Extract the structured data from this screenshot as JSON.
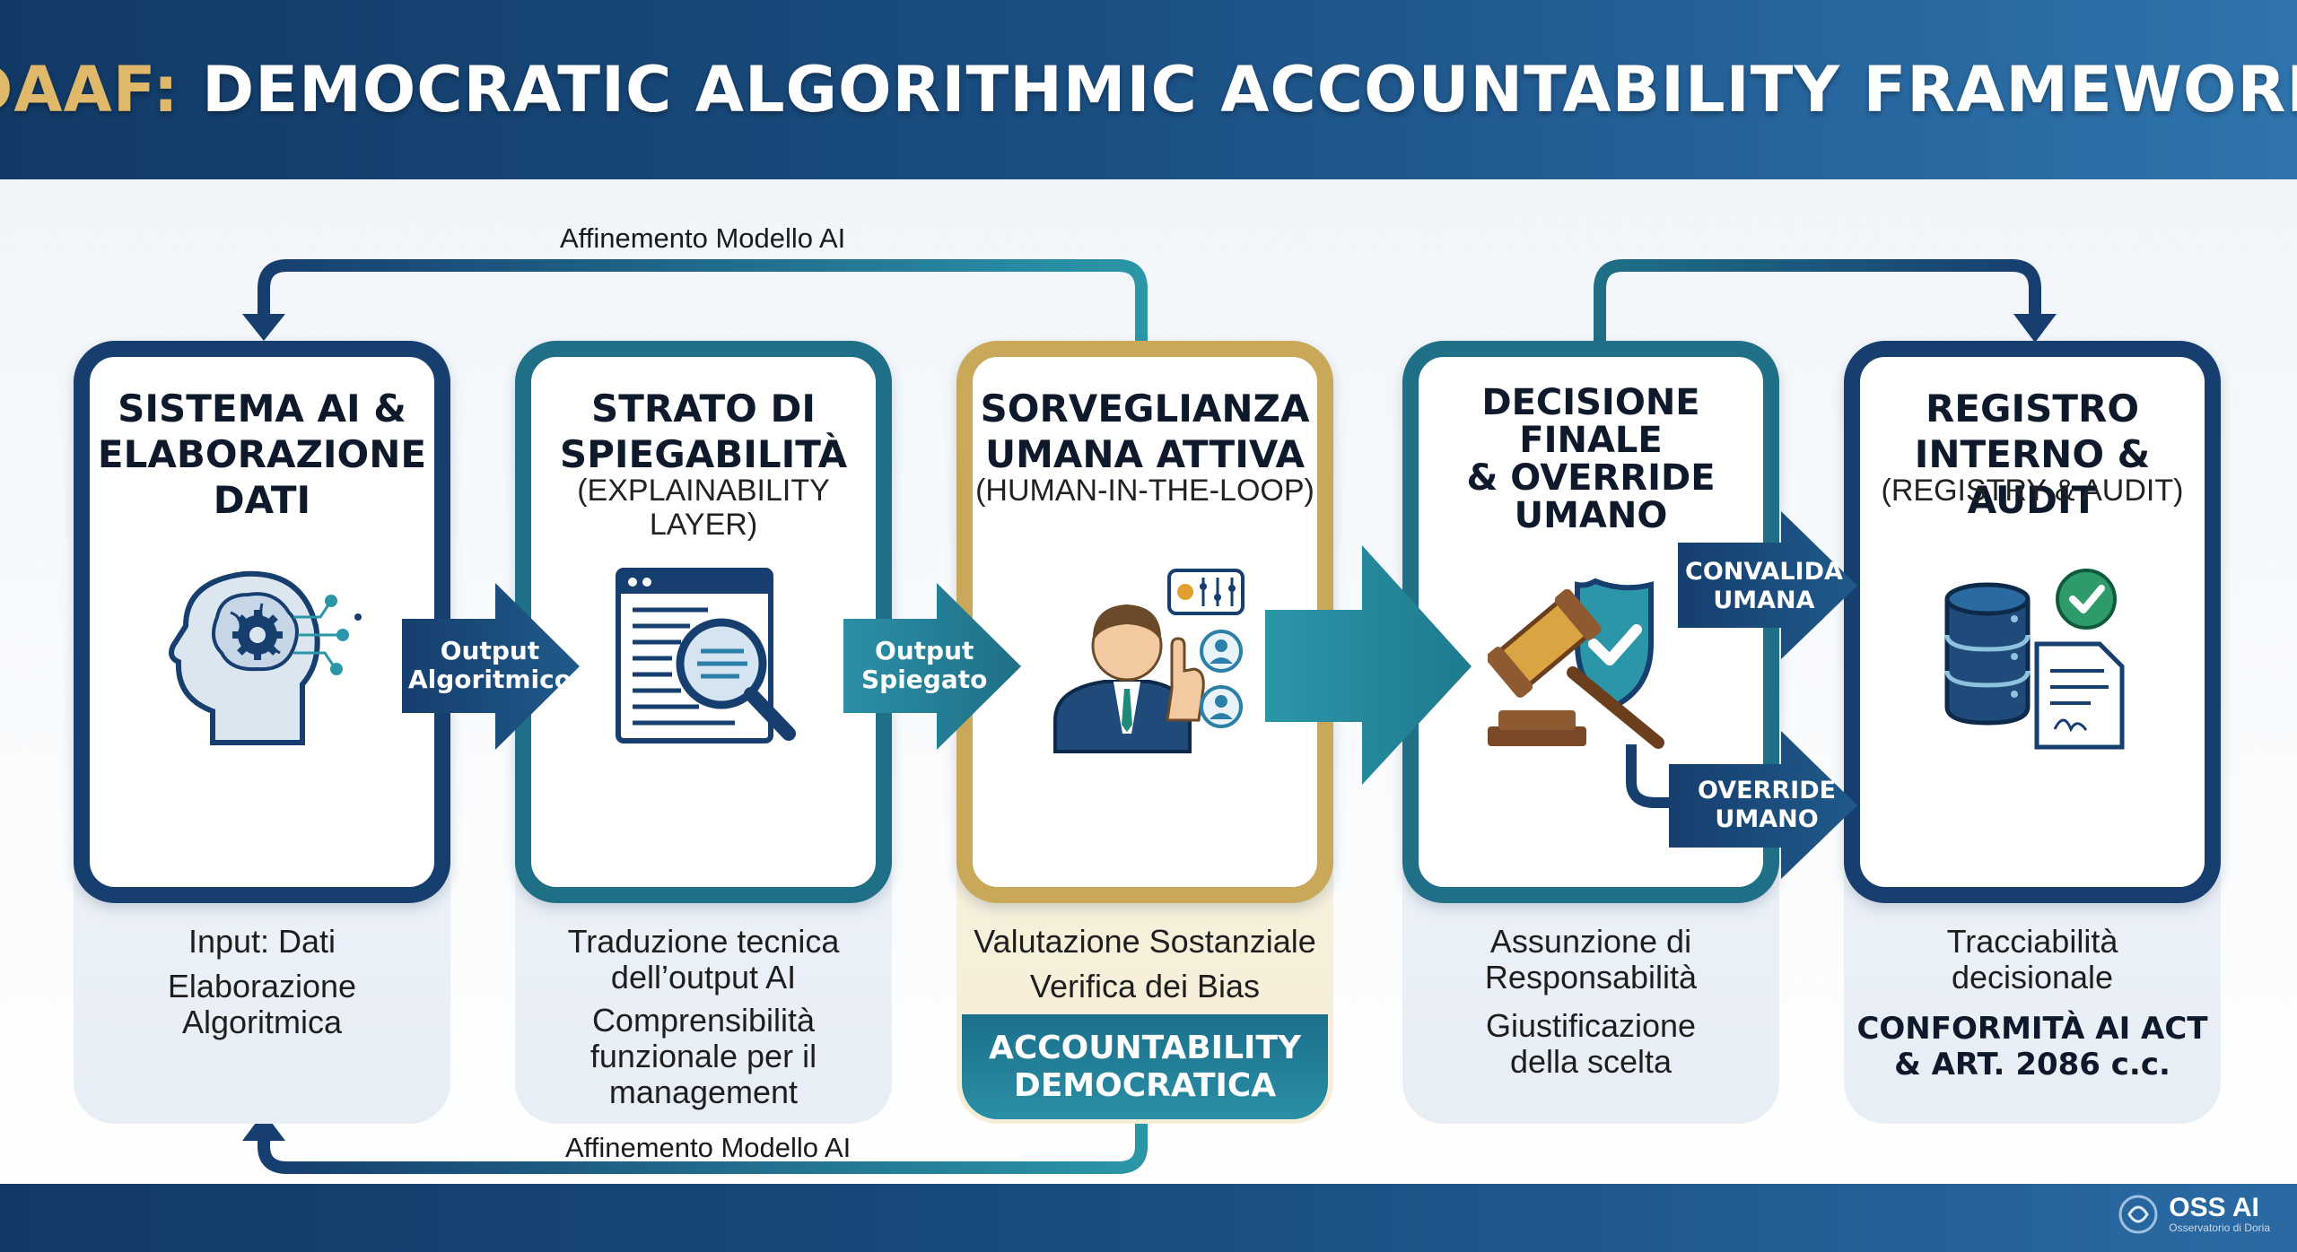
{
  "header": {
    "title_accent": "DAAF:",
    "title_rest": "DEMOCRATIC ALGORITHMIC ACCOUNTABILITY FRAMEWORK"
  },
  "loops": {
    "top_label": "Affinemento Modello AI",
    "bottom_label": "Affinemento Modello AI"
  },
  "steps": [
    {
      "title_lines": [
        "SISTEMA AI &",
        "ELABORAZIONE",
        "DATI"
      ],
      "subtitle_lines": [],
      "icon": "ai-brain-icon",
      "desc": [
        "Input: Dati",
        "Elaborazione",
        "Algoritmica"
      ]
    },
    {
      "title_lines": [
        "STRATO DI",
        "SPIEGABILITÀ"
      ],
      "subtitle_lines": [
        "(EXPLAINABILITY",
        "LAYER)"
      ],
      "icon": "magnifier-document-icon",
      "desc": [
        "Traduzione tecnica",
        "dell’output AI",
        "Comprensibilità",
        "funzionale per il",
        "management"
      ]
    },
    {
      "title_lines": [
        "SORVEGLIANZA",
        "UMANA ATTIVA"
      ],
      "subtitle_lines": [
        "(HUMAN-IN-THE-LOOP)"
      ],
      "icon": "human-supervisor-icon",
      "desc": [
        "Valutazione Sostanziale",
        "Verifica dei Bias"
      ],
      "highlight": [
        "ACCOUNTABILITY",
        "DEMOCRATICA"
      ]
    },
    {
      "title_lines": [
        "DECISIONE",
        "FINALE",
        "& OVERRIDE",
        "UMANO"
      ],
      "subtitle_lines": [],
      "icon": "gavel-shield-icon",
      "desc": [
        "Assunzione di",
        "Responsabilità",
        "Giustificazione",
        "della scelta"
      ]
    },
    {
      "title_lines": [
        "REGISTRO",
        "INTERNO & AUDIT"
      ],
      "subtitle_lines": [
        "(REGISTRY & AUDIT)"
      ],
      "icon": "database-audit-icon",
      "desc": [
        "Tracciabilità",
        "decisionale"
      ],
      "desc_bold": [
        "CONFORMITÀ AI ACT",
        "& ART. 2086 c.c."
      ]
    }
  ],
  "connectors": {
    "output_algoritmico": [
      "Output",
      "Algoritmico"
    ],
    "output_spiegato": [
      "Output",
      "Spiegato"
    ],
    "convalida_umana": [
      "CONVALIDA",
      "UMANA"
    ],
    "override_umano": [
      "OVERRIDE",
      "UMANO"
    ]
  },
  "footer": {
    "logo_main": "OSS AI",
    "logo_sub": "Osservatorio di Doria"
  },
  "colors": {
    "navy": "#163e6e",
    "teal": "#1f6f86",
    "gold": "#c9a85a",
    "accent_title": "#e0b86a"
  }
}
